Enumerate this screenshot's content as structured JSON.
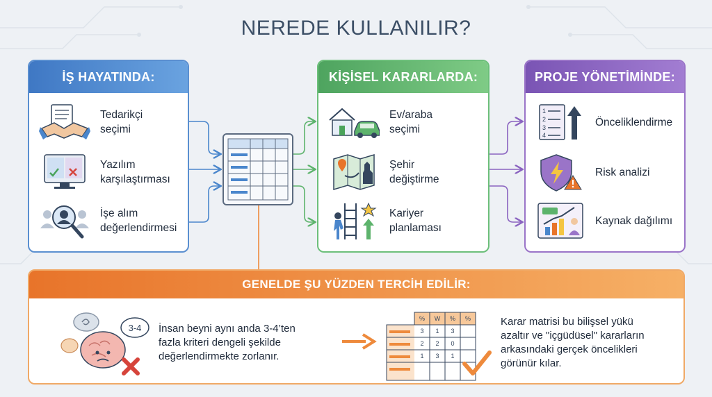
{
  "title": "NEREDE KULLANILIR?",
  "business": {
    "header": "İŞ HAYATINDA:",
    "items": [
      {
        "label": "Tedarikçi\nseçimi",
        "icon": "handshake-icon"
      },
      {
        "label": "Yazılım\nkarşılaştırması",
        "icon": "software-compare-icon"
      },
      {
        "label": "İşe alım\ndeğerlendirmesi",
        "icon": "candidate-search-icon"
      }
    ]
  },
  "personal": {
    "header": "KİŞİSEL KARARLARDA:",
    "items": [
      {
        "label": "Ev/araba\nseçimi",
        "icon": "house-car-icon"
      },
      {
        "label": "Şehir\ndeğiştirme",
        "icon": "map-relocate-icon"
      },
      {
        "label": "Kariyer\nplanlaması",
        "icon": "career-ladder-icon"
      }
    ]
  },
  "project": {
    "header": "PROJE YÖNETİMİNDE:",
    "items": [
      {
        "label": "Önceliklendirme",
        "icon": "priority-list-icon"
      },
      {
        "label": "Risk analizi",
        "icon": "risk-shield-icon"
      },
      {
        "label": "Kaynak dağılımı",
        "icon": "resource-chart-icon"
      }
    ]
  },
  "why": {
    "header": "GENELDE ŞU YÜZDEN TERCİH EDİLİR:",
    "problem": "İnsan beyni aynı anda 3-4’ten\nfazla kriteri dengeli şekilde\ndeğerlendirmekte zorlanır.",
    "solution": "Karar matrisi bu bilişsel yükü\nazaltır ve \"içgüdüsel\" kararların\narkasındaki gerçek öncelikleri\ngörünür kılar.",
    "bubble": "3-4",
    "matrix_headers": [
      "%",
      "W",
      "%",
      "%"
    ],
    "matrix_rows": [
      [
        "3",
        "1",
        "3"
      ],
      [
        "2",
        "2",
        "0"
      ],
      [
        "1",
        "3",
        "1"
      ]
    ]
  },
  "colors": {
    "business": "#4a86cc",
    "personal": "#5db36c",
    "project": "#8a63c0",
    "why": "#ee8a3c"
  }
}
